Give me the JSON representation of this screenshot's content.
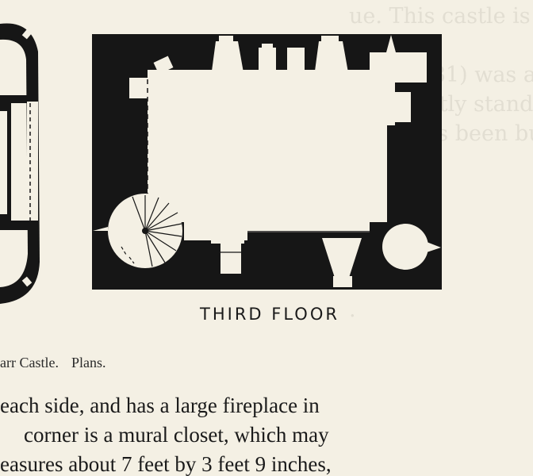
{
  "figure": {
    "label": "THIRD FLOOR"
  },
  "caption": {
    "left": "arr Castle.",
    "right": "Plans."
  },
  "body_text": {
    "lines": [
      "each side, and has a large fireplace in",
      "corner is a mural closet, which may",
      "easures about 7 feet by 3 feet 9 inches,"
    ]
  },
  "colors": {
    "paper": "#f4f0e4",
    "ink": "#1a1a1a"
  }
}
